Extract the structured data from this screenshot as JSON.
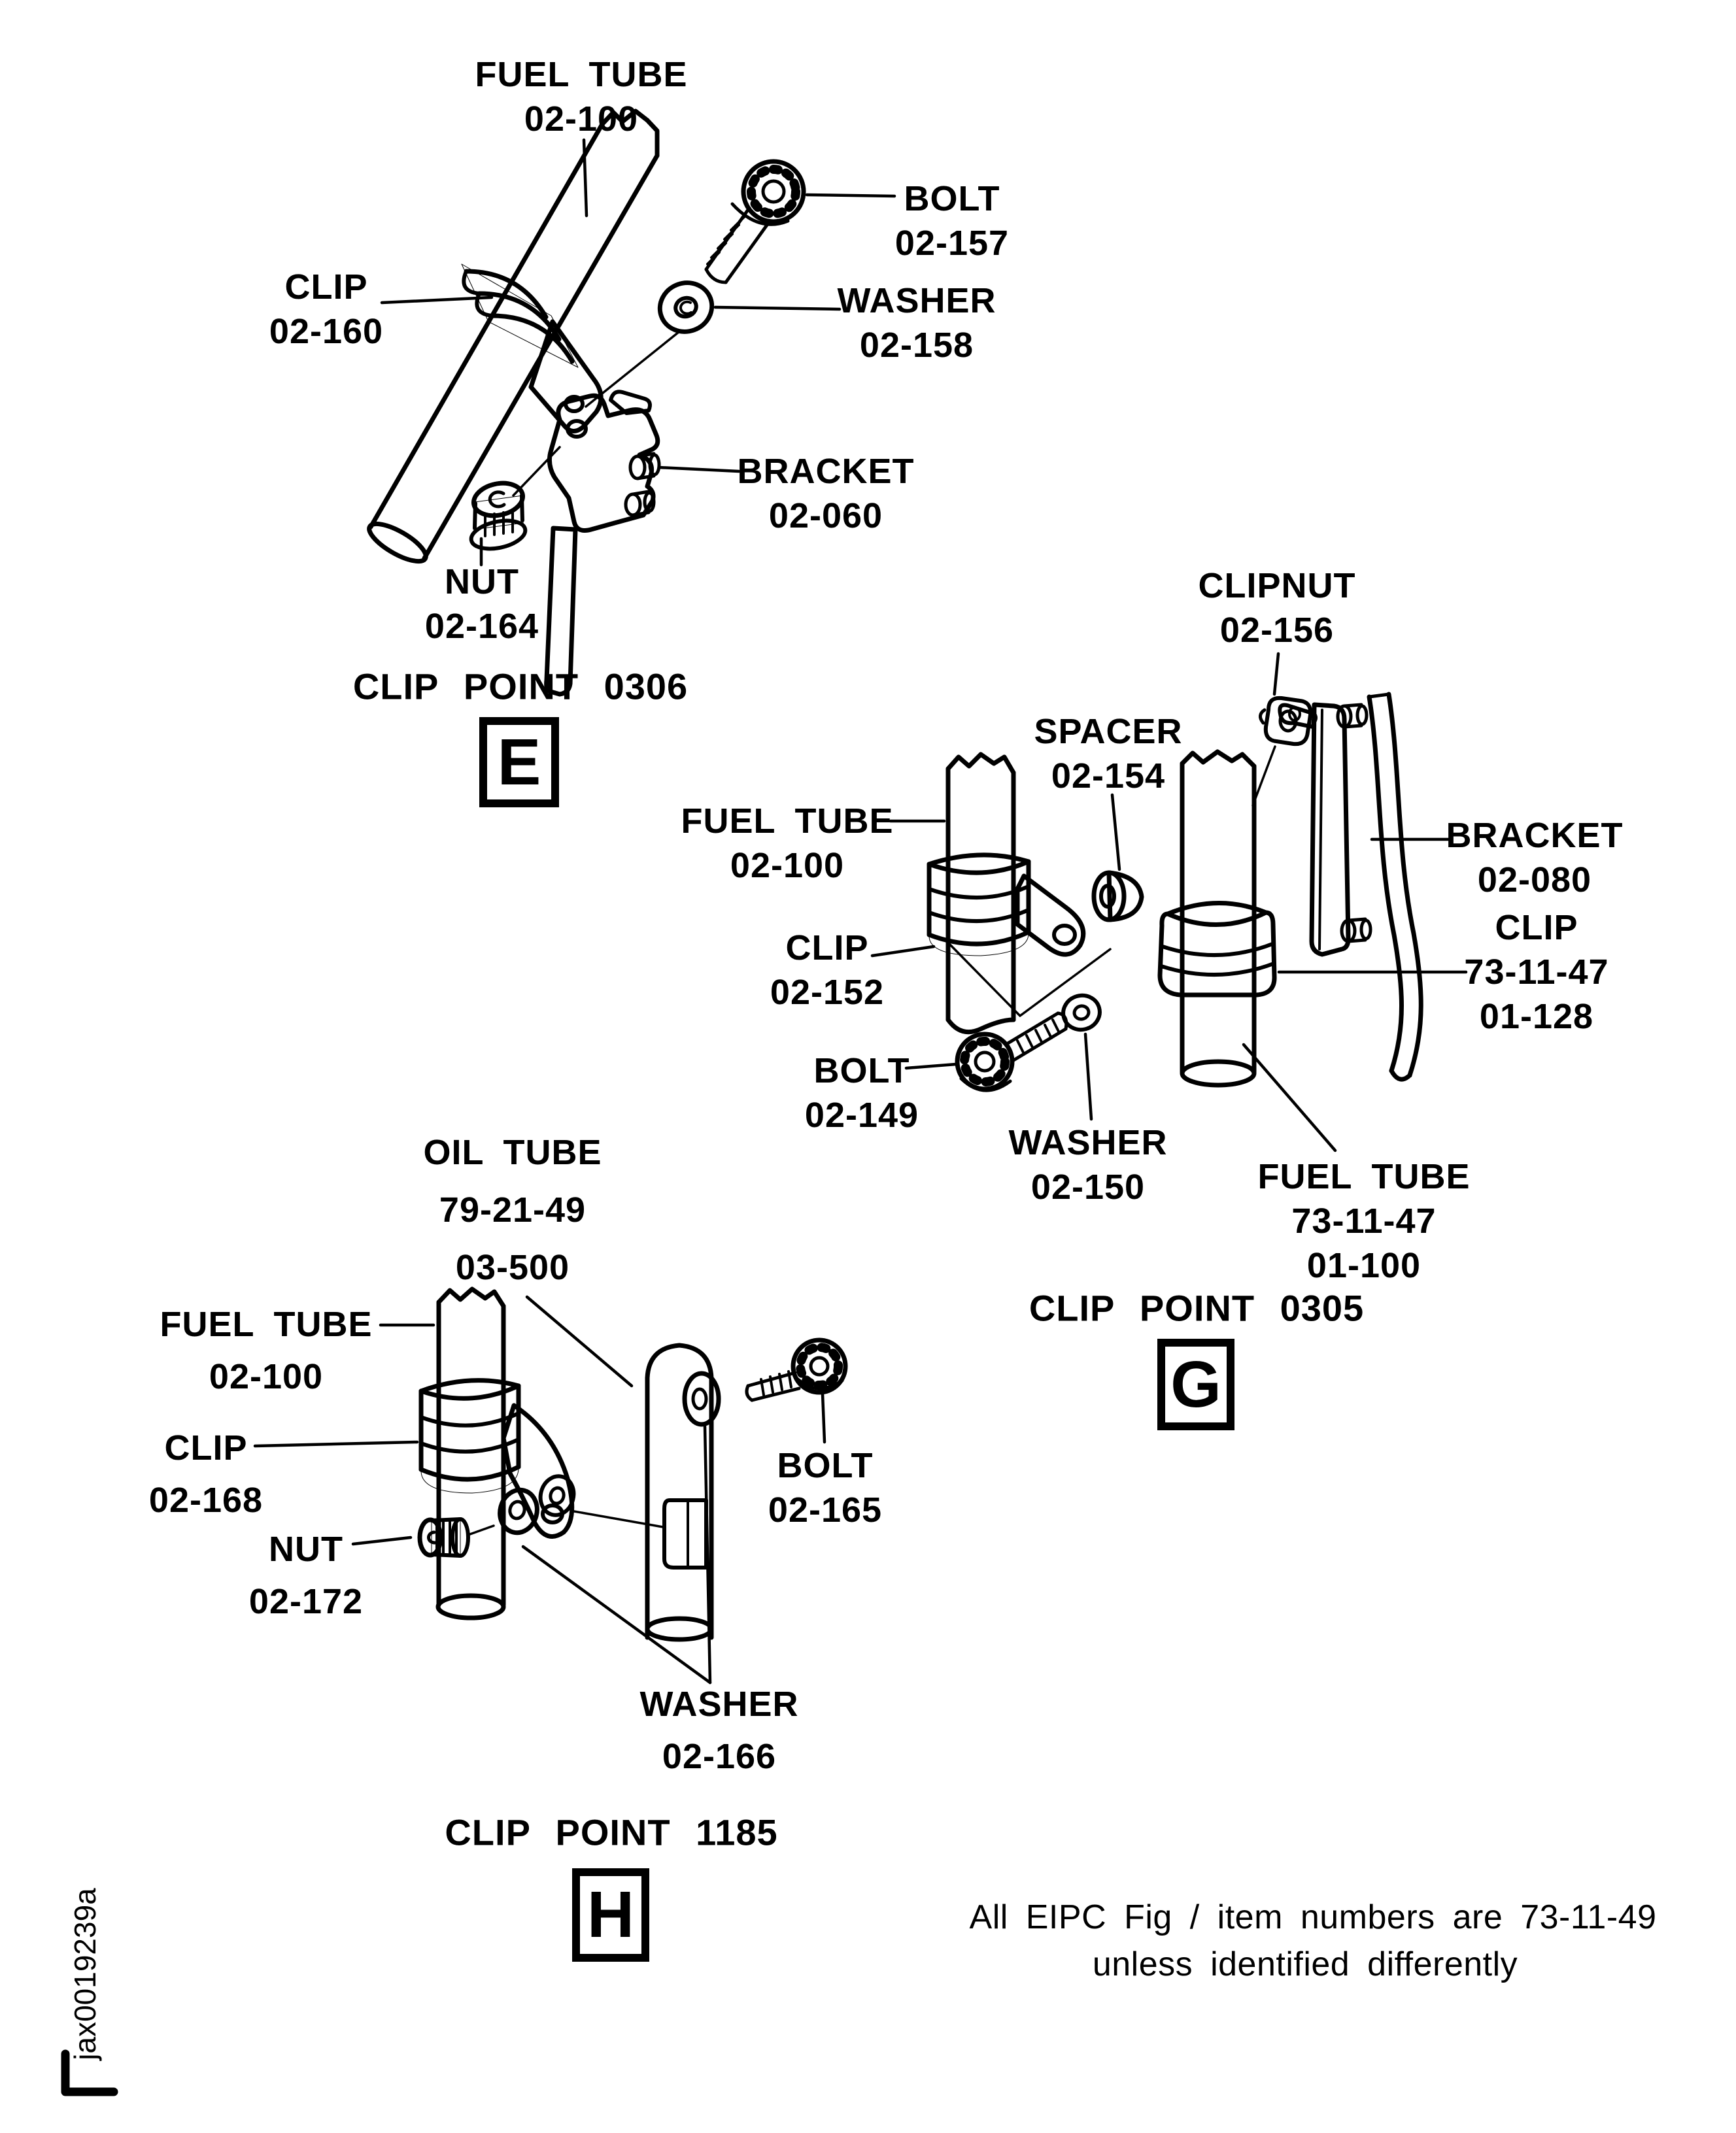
{
  "page": {
    "background": "#ffffff",
    "ink": "#000000"
  },
  "sections": [
    {
      "id": "E",
      "clip_point": "CLIP POINT 0306",
      "box_letter": "E",
      "labels": [
        {
          "key": "fuel-tube",
          "lines": [
            "FUEL TUBE",
            "02-100"
          ]
        },
        {
          "key": "bolt",
          "lines": [
            "BOLT",
            "02-157"
          ]
        },
        {
          "key": "clip",
          "lines": [
            "CLIP",
            "02-160"
          ]
        },
        {
          "key": "washer",
          "lines": [
            "WASHER",
            "02-158"
          ]
        },
        {
          "key": "bracket",
          "lines": [
            "BRACKET",
            "02-060"
          ]
        },
        {
          "key": "nut",
          "lines": [
            "NUT",
            "02-164"
          ]
        }
      ]
    },
    {
      "id": "G",
      "clip_point": "CLIP POINT 0305",
      "box_letter": "G",
      "labels": [
        {
          "key": "clipnut",
          "lines": [
            "CLIPNUT",
            "02-156"
          ]
        },
        {
          "key": "spacer",
          "lines": [
            "SPACER",
            "02-154"
          ]
        },
        {
          "key": "fuel-tube",
          "lines": [
            "FUEL TUBE",
            "02-100"
          ]
        },
        {
          "key": "bracket",
          "lines": [
            "BRACKET",
            "02-080"
          ]
        },
        {
          "key": "clip",
          "lines": [
            "CLIP",
            "02-152"
          ]
        },
        {
          "key": "clip-alt",
          "lines": [
            "CLIP",
            "73-11-47",
            "01-128"
          ]
        },
        {
          "key": "bolt",
          "lines": [
            "BOLT",
            "02-149"
          ]
        },
        {
          "key": "washer",
          "lines": [
            "WASHER",
            "02-150"
          ]
        },
        {
          "key": "fuel-tube-alt",
          "lines": [
            "FUEL TUBE",
            "73-11-47",
            "01-100"
          ]
        }
      ]
    },
    {
      "id": "H",
      "clip_point": "CLIP POINT 1185",
      "box_letter": "H",
      "labels": [
        {
          "key": "oil-tube",
          "lines": [
            "OIL TUBE",
            "79-21-49",
            "03-500"
          ]
        },
        {
          "key": "fuel-tube",
          "lines": [
            "FUEL TUBE",
            "02-100"
          ]
        },
        {
          "key": "clip",
          "lines": [
            "CLIP",
            "02-168"
          ]
        },
        {
          "key": "nut",
          "lines": [
            "NUT",
            "02-172"
          ]
        },
        {
          "key": "bolt",
          "lines": [
            "BOLT",
            "02-165"
          ]
        },
        {
          "key": "washer",
          "lines": [
            "WASHER",
            "02-166"
          ]
        }
      ]
    }
  ],
  "footnote": {
    "line1": "All EIPC Fig / item numbers are 73-11-49",
    "line2": "unless identified differently"
  },
  "watermark": "jax0019239a"
}
